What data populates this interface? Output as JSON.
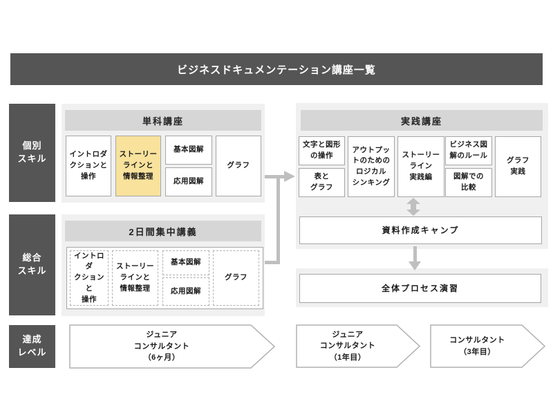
{
  "title": "ビジネスドキュメンテーション講座一覧",
  "side_labels": {
    "individual": "個別\nスキル",
    "comprehensive": "総合\nスキル",
    "achievement": "達成\nレベル"
  },
  "single_courses": {
    "title": "単科講座",
    "intro": "イントロダ\nクションと\n操作",
    "storyline": "ストーリー\nラインと\n情報整理",
    "basic_diagram": "基本図解",
    "applied_diagram": "応用図解",
    "graph": "グラフ"
  },
  "practice_courses": {
    "title": "実践講座",
    "text_and_shapes": "文字と図形\nの操作",
    "tables_and_graphs": "表と\nグラフ",
    "logical_thinking": "アウトプッ\nトのための\nロジカル\nシンキング",
    "storyline_practice": "ストーリー\nライン\n実践編",
    "business_diagram_rules": "ビジネス図\n解のルール",
    "diagram_comparison": "図解での\n比較",
    "graph_practice": "グラフ\n実践",
    "camp": "資料作成キャンプ"
  },
  "intensive_courses": {
    "title": "2日間集中講義",
    "intro": "イントロダ\nクションと\n操作",
    "storyline": "ストーリー\nラインと\n情報整理",
    "basic_diagram": "基本図解",
    "applied_diagram": "応用図解",
    "graph": "グラフ"
  },
  "process_exercise": {
    "title": "全体プロセス演習"
  },
  "levels": [
    {
      "label": "ジュニア\nコンサルタント\n（6ヶ月）"
    },
    {
      "label": "ジュニア\nコンサルタント\n（1年目）"
    },
    {
      "label": "コンサルタント\n（3年目）"
    }
  ],
  "colors": {
    "dark_gray": "#555555",
    "section_background": "#f0f0f0",
    "section_header": "#d6d6d6",
    "box_border": "#a6a6a6",
    "highlight_yellow": "#f8e29c",
    "connector_gray": "#bfbfbf"
  }
}
